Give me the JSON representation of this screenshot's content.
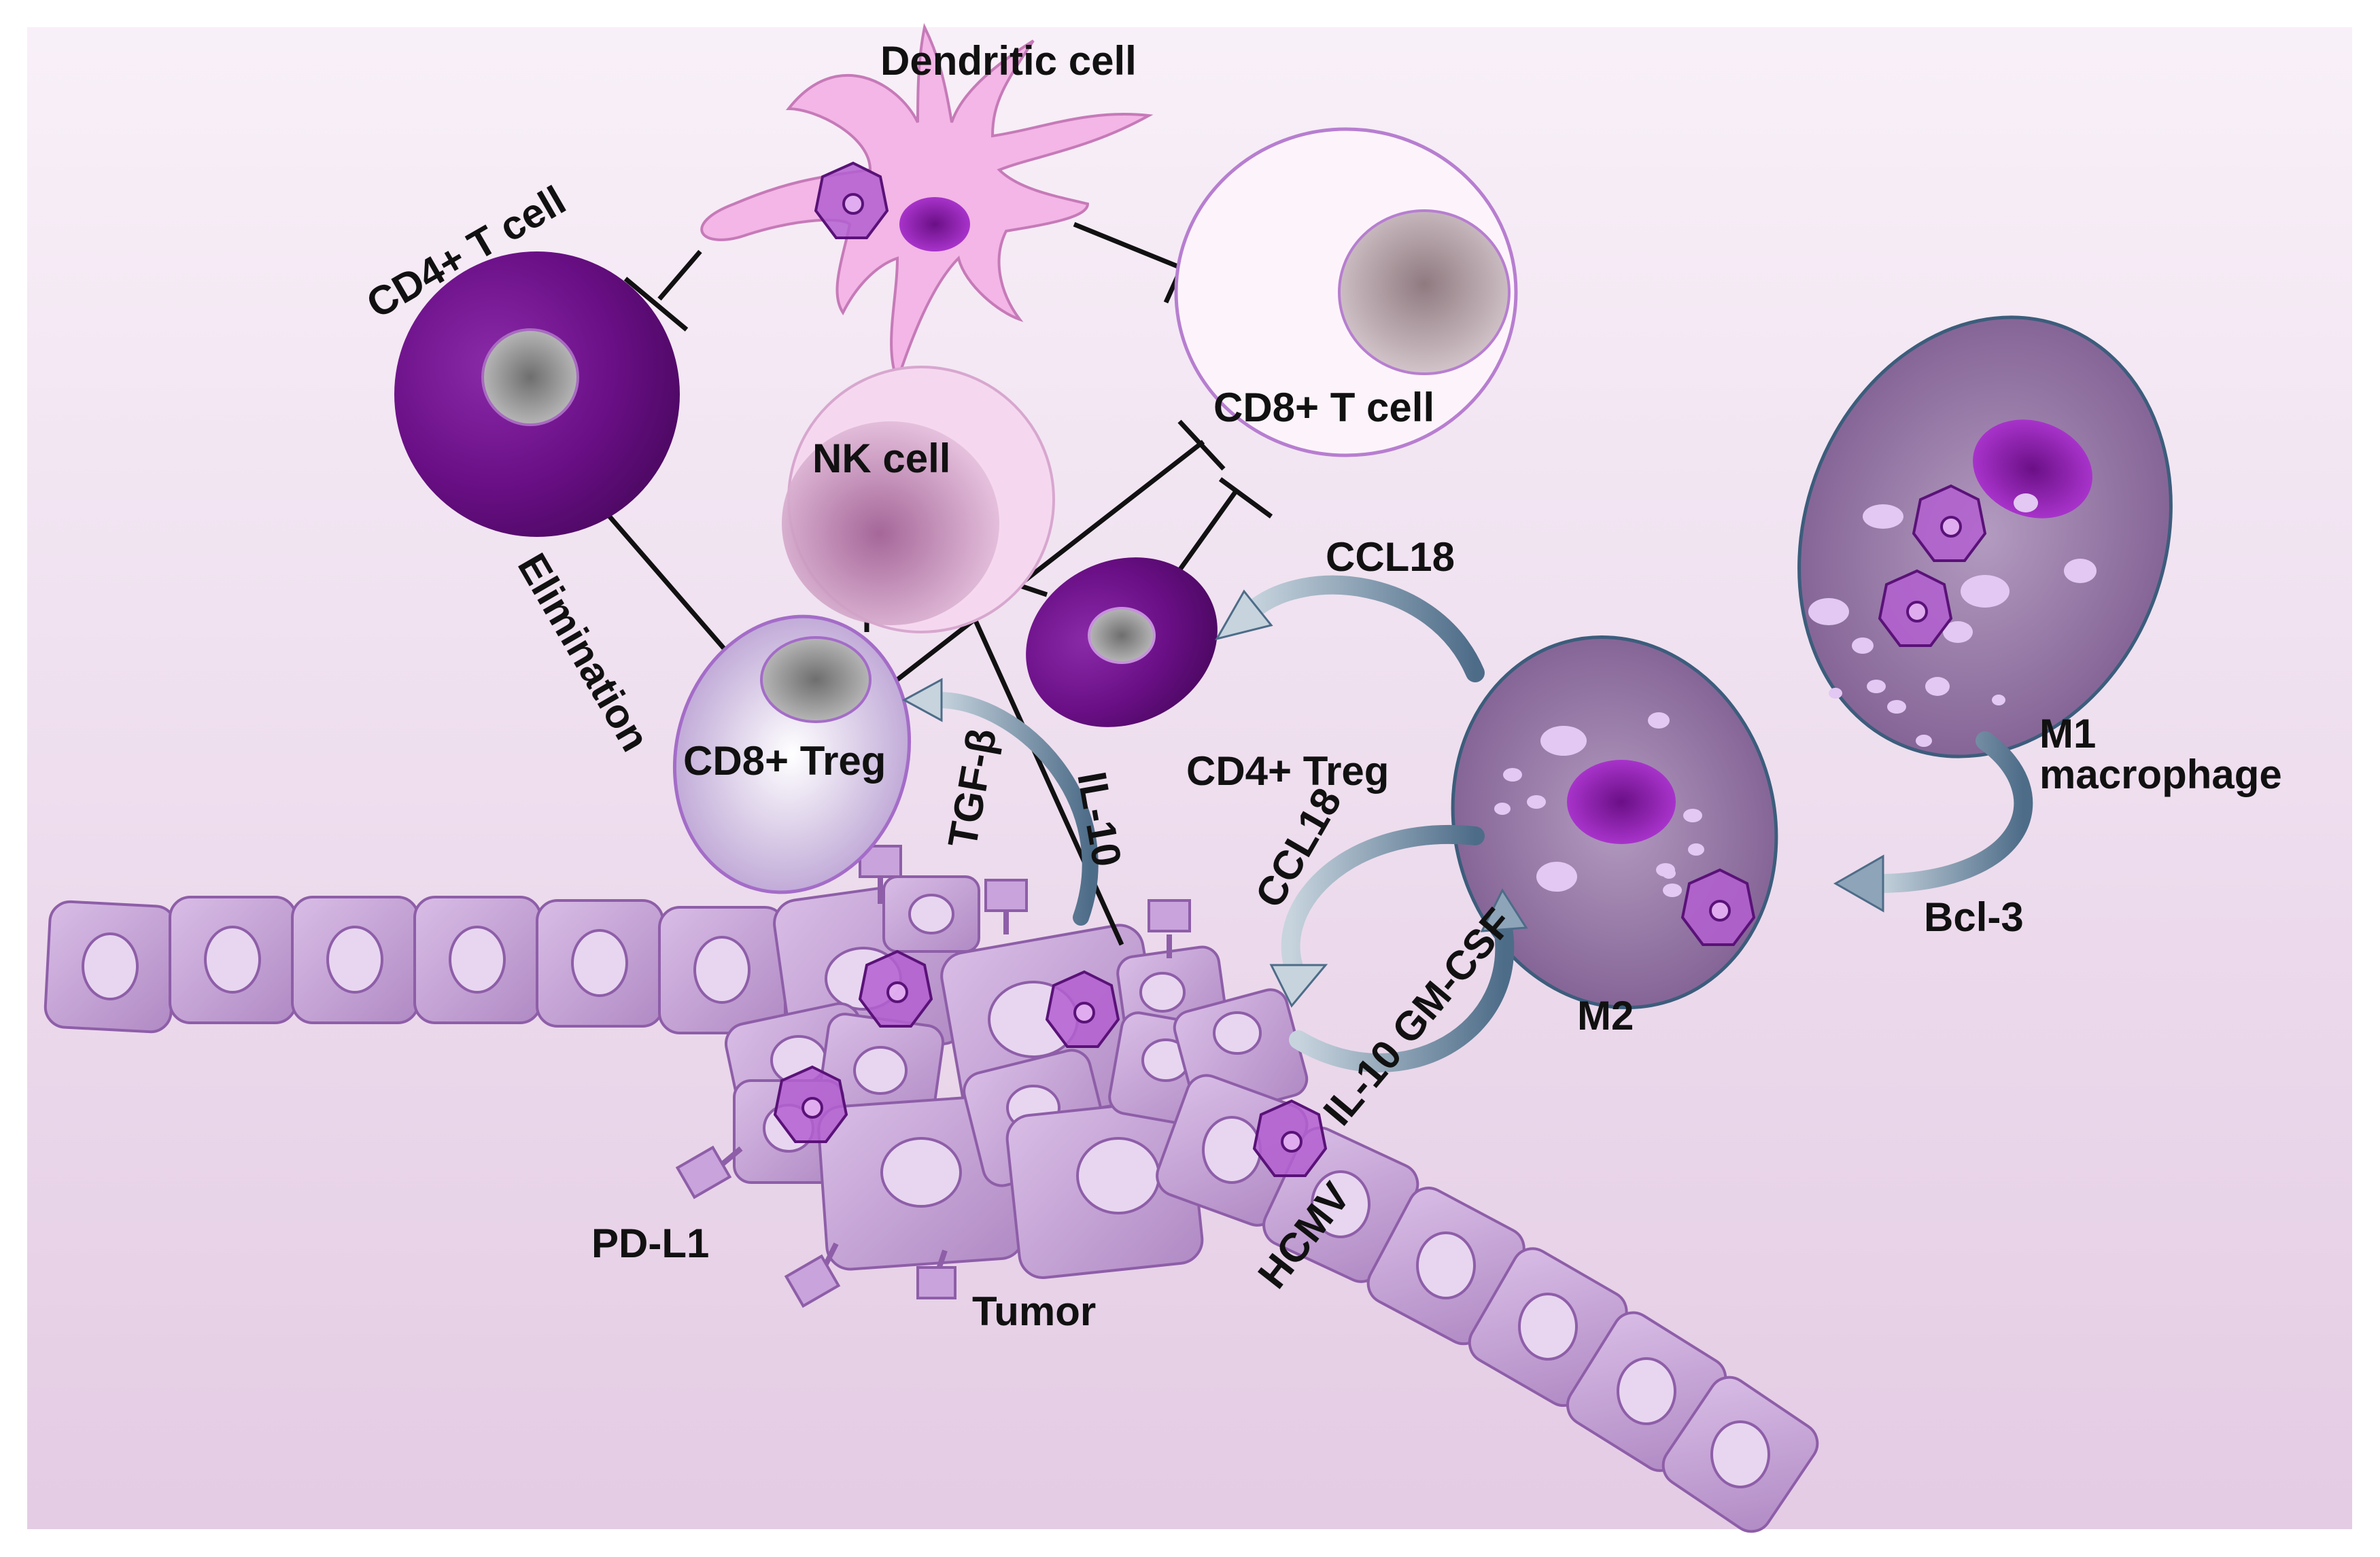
{
  "labels": {
    "dendritic_cell": "Dendritic cell",
    "cd4_t_cell": "CD4+ T cell",
    "cd8_t_cell": "CD8+ T cell",
    "nk_cell": "NK cell",
    "elimination": "Elimination",
    "cd8_treg": "CD8+ Treg",
    "cd4_treg": "CD4+ Treg",
    "ccl18_upper": "CCL18",
    "ccl18_lower": "CCL18",
    "m1_line1": "M1",
    "m1_line2": "macrophage",
    "m2": "M2",
    "bcl3": "Bcl-3",
    "tgf_beta": "TGF-β",
    "il10_vertical": "IL-10",
    "il10_gmcsf": "IL-10 GM-CSF",
    "pd_l1": "PD-L1",
    "tumor": "Tumor",
    "hcmv": "HCMV"
  },
  "colors": {
    "background_top": "#f7eef7",
    "background_bottom": "#e6cfe6",
    "dark_purple": "#6a0f86",
    "mid_purple": "#9b4fb5",
    "pale_pink": "#f6dff2",
    "epithelium": "#c8a4d8",
    "arrow_blue": "#5f7f9a"
  }
}
